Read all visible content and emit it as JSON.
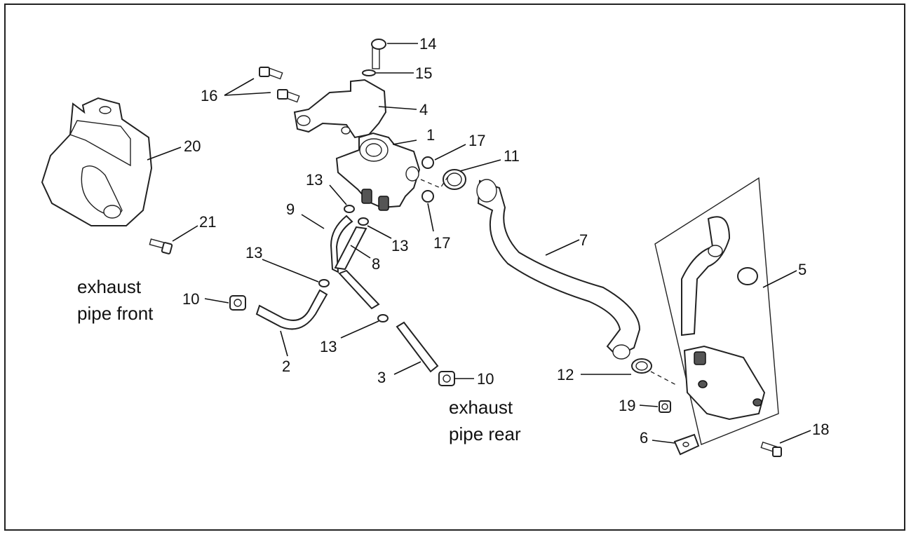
{
  "captions": {
    "front_line1": "exhaust",
    "front_line2": "pipe front",
    "rear_line1": "exhaust",
    "rear_line2": "pipe rear"
  },
  "callouts": {
    "c1": "1",
    "c2": "2",
    "c3": "3",
    "c4": "4",
    "c5": "5",
    "c6": "6",
    "c7": "7",
    "c8": "8",
    "c9": "9",
    "c10a": "10",
    "c10b": "10",
    "c11": "11",
    "c12": "12",
    "c13a": "13",
    "c13b": "13",
    "c13c": "13",
    "c13d": "13",
    "c14": "14",
    "c15": "15",
    "c16": "16",
    "c17a": "17",
    "c17b": "17",
    "c18": "18",
    "c19": "19",
    "c20": "20",
    "c21": "21"
  }
}
